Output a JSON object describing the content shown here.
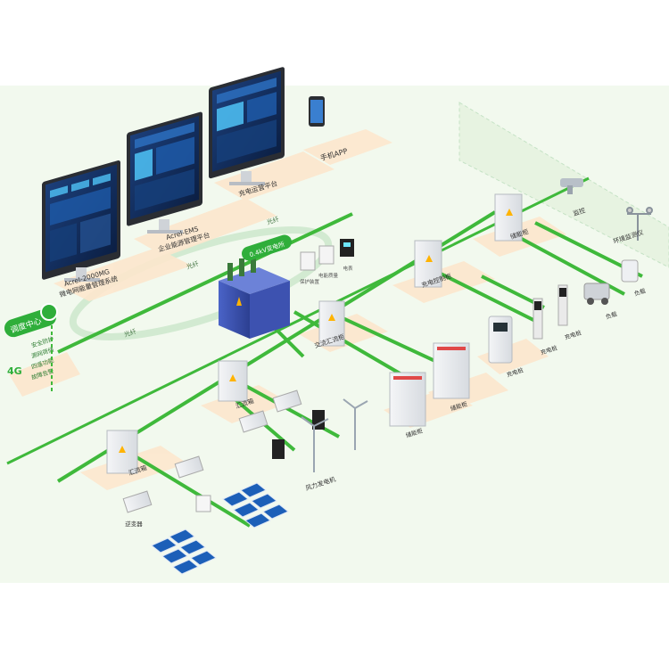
{
  "monitors": [
    {
      "line1": "Acrel-2000MG",
      "line2": "微电网能量管理系统"
    },
    {
      "line1": "Acrel-EMS",
      "line2": "企业能源管理平台"
    },
    {
      "line1": "",
      "line2": "充电运营平台"
    }
  ],
  "phone_app": "手机APP",
  "dispatch": {
    "title": "调度中心",
    "items": [
      "安全防护",
      "源网荷储",
      "四遥功能",
      "故障告警"
    ],
    "badge": "4G"
  },
  "cloud_labels": {
    "a": "光纤",
    "b": "光纤",
    "c": "光纤"
  },
  "substation_label": "0.4kV变电所",
  "device_labels": {
    "top1": "保护装置",
    "top2": "电能质量",
    "top3": "电表"
  },
  "cabinets": {
    "ac_bus": "交流汇流柜",
    "charge_control": "充电控制柜",
    "ess_cabinet": "储能柜",
    "pv_combiner1": "汇流箱",
    "pv_combiner2": "汇流箱"
  },
  "bottom_labels": {
    "inverter": "逆变器",
    "wind_turbine": "风力发电机",
    "energy_storage1": "储能柜",
    "energy_storage2": "储能柜",
    "charger1": "充电桩",
    "charger2": "充电桩",
    "charger3": "充电桩",
    "load1": "负载",
    "load2": "负载"
  },
  "monitoring": {
    "camera": "监控",
    "env": "环境监测仪"
  }
}
